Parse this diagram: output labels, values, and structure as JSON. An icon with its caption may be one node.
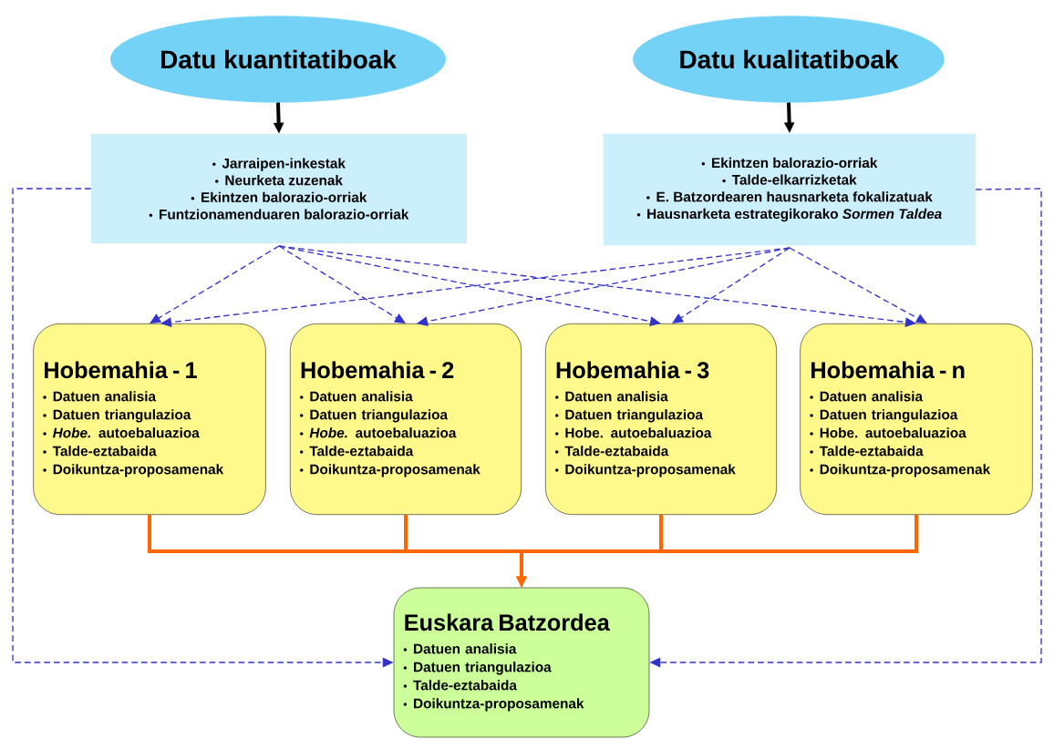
{
  "diagram": {
    "nodes": [
      {
        "text": [
          "Datu kuantitatiboak"
        ]
      },
      {
        "text": [
          "Datu kualitatiboak"
        ]
      },
      {
        "text": [
          "Jarraipen-inkestak",
          "Neurketa zuzenak",
          "Ekintzen balorazio-orriak",
          "Funtzionamenduaren balorazio-orriak"
        ]
      },
      {
        "text": [
          "Ekintzen balorazio-orriak",
          "Talde-elkarrizketak",
          "E. Batzordearen hausnarketa fokalizatuak",
          "Hausnarketa estrategikorako *Sormen Taldea*"
        ]
      },
      {
        "text": [
          "Hobemahia - 1",
          "Datuen analisia",
          "Datuen triangulazioa",
          "*Hobe.* autoebaluazioa",
          "Talde-eztabaida",
          "Doikuntza-proposamenak"
        ]
      },
      {
        "text": [
          "Hobemahia - 2",
          "Datuen analisia",
          "Datuen triangulazioa",
          "*Hobe.* autoebaluazioa",
          "Talde-eztabaida",
          "Doikuntza-proposamenak"
        ]
      },
      {
        "text": [
          "Hobemahia - 3",
          "Datuen analisia",
          "Datuen triangulazioa",
          "Hobe. autoebaluazioa",
          "Talde-eztabaida",
          "Doikuntza-proposamenak"
        ]
      },
      {
        "text": [
          "Hobemahia - n",
          "Datuen analisia",
          "Datuen triangulazioa",
          "Hobe. autoebaluazioa",
          "Talde-eztabaida",
          "Doikuntza-proposamenak"
        ]
      },
      {
        "text": [
          "Euskara Batzordea",
          "Datuen analisia",
          "Datuen triangulazioa",
          "Talde-eztabaida",
          "Doikuntza-proposamenak"
        ]
      }
    ],
    "edges": [
      {
        "from": 0,
        "to": 2,
        "arrow": "to",
        "style": "thick",
        "color": "#000000"
      },
      {
        "from": 1,
        "to": 3,
        "arrow": "to",
        "style": "thick",
        "color": "#000000"
      },
      {
        "from": 2,
        "to": 4,
        "arrow": "to",
        "style": "dashed"
      },
      {
        "from": 2,
        "to": 5,
        "arrow": "to",
        "style": "dashed"
      },
      {
        "from": 2,
        "to": 6,
        "arrow": "to",
        "style": "dashed"
      },
      {
        "from": 2,
        "to": 7,
        "arrow": "to",
        "style": "dashed"
      },
      {
        "from": 3,
        "to": 4,
        "arrow": "to",
        "style": "dashed"
      },
      {
        "from": 3,
        "to": 5,
        "arrow": "to",
        "style": "dashed"
      },
      {
        "from": 3,
        "to": 6,
        "arrow": "to",
        "style": "dashed"
      },
      {
        "from": 3,
        "to": 7,
        "arrow": "to",
        "style": "dashed"
      },
      {
        "from": 4,
        "to": 8,
        "arrow": "to",
        "style": "thick",
        "color": "#ff6600"
      },
      {
        "from": 5,
        "to": 8,
        "arrow": "to",
        "style": "thick",
        "color": "#ff6600"
      },
      {
        "from": 6,
        "to": 8,
        "arrow": "to",
        "style": "thick",
        "color": "#ff6600"
      },
      {
        "from": 7,
        "to": 8,
        "arrow": "to",
        "style": "thick",
        "color": "#ff6600"
      },
      {
        "from": 2,
        "to": 8,
        "arrow": "to",
        "style": "dashed"
      },
      {
        "from": 3,
        "to": 8,
        "arrow": "to",
        "style": "dashed"
      }
    ]
  }
}
